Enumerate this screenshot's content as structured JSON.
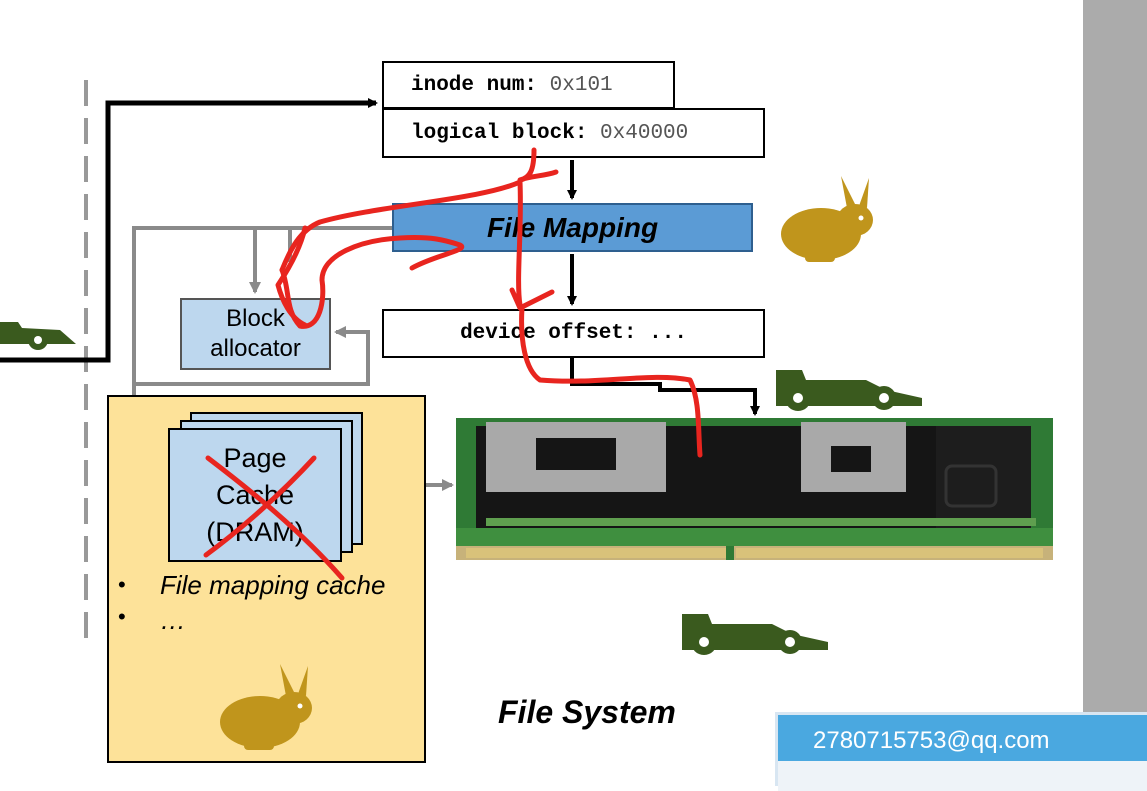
{
  "diagram": {
    "inode_label": "inode num:",
    "inode_value": "0x101",
    "logical_block_label": "logical block:",
    "logical_block_value": "0x40000",
    "file_mapping": "File Mapping",
    "device_offset": "device offset: ...",
    "block_allocator": [
      "Block",
      "allocator"
    ],
    "page_cache": [
      "Page",
      "Cache",
      "(DRAM)"
    ],
    "bullets": [
      "File mapping cache",
      "…"
    ],
    "bullet_marker": "•",
    "title": "File System"
  },
  "popup": {
    "email": "2780715753@qq.com"
  },
  "colors": {
    "file_mapping_fill": "#5b9bd5",
    "block_fill": "#bdd7ee",
    "cache_panel_fill": "#fde299",
    "rabbit": "#c0951c",
    "race_car": "#3a5a1e",
    "annotation_red": "#e8251f",
    "scrollbar": "#ababab"
  },
  "icons": [
    "rabbit-icon",
    "race-car-icon",
    "pmem-module-image"
  ]
}
